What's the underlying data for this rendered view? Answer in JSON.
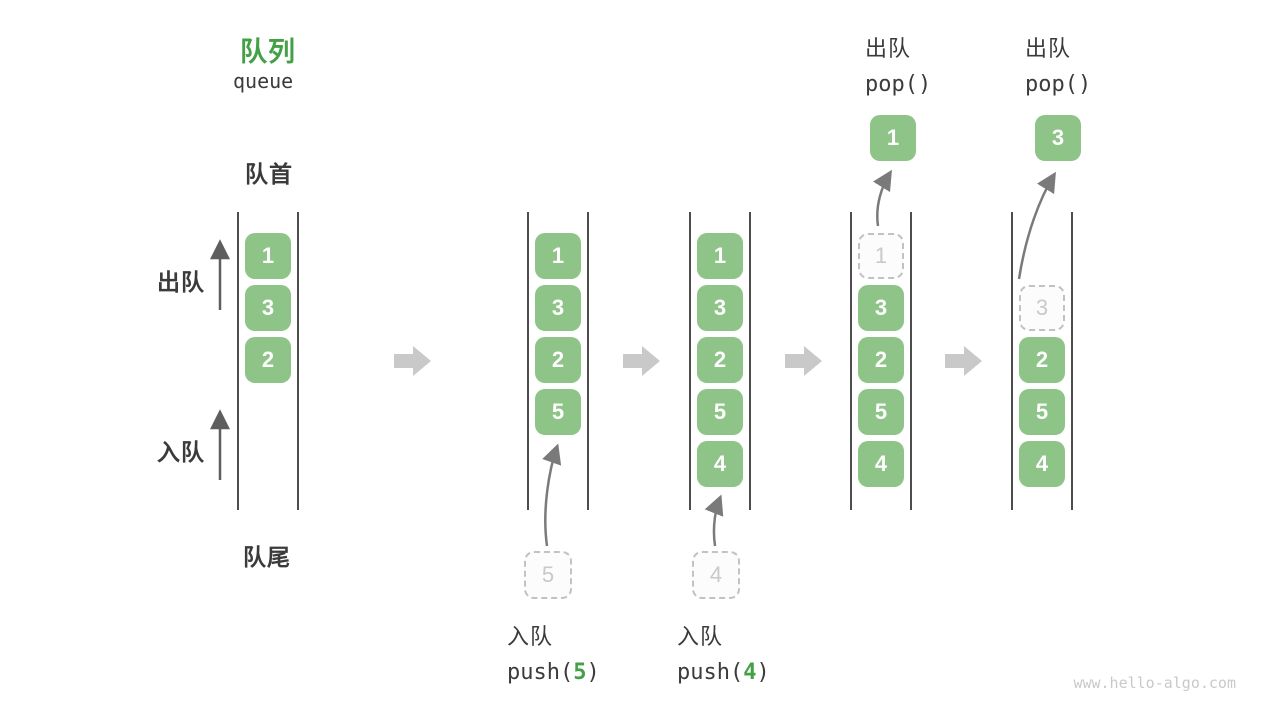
{
  "title": {
    "zh": "队列",
    "en": "queue"
  },
  "labels": {
    "front": "队首",
    "rear": "队尾",
    "dequeue": "出队",
    "enqueue": "入队"
  },
  "operations": {
    "push5": {
      "name": "入队",
      "fn": "push(",
      "arg": "5",
      "close": ")"
    },
    "push4": {
      "name": "入队",
      "fn": "push(",
      "arg": "4",
      "close": ")"
    },
    "pop1": {
      "name": "出队",
      "code": "pop()"
    },
    "pop2": {
      "name": "出队",
      "code": "pop()"
    }
  },
  "columns": [
    {
      "boxes": [
        {
          "type": "solid",
          "value": "1"
        },
        {
          "type": "solid",
          "value": "3"
        },
        {
          "type": "solid",
          "value": "2"
        }
      ]
    },
    {
      "boxes": [
        {
          "type": "solid",
          "value": "1"
        },
        {
          "type": "solid",
          "value": "3"
        },
        {
          "type": "solid",
          "value": "2"
        },
        {
          "type": "solid",
          "value": "5"
        }
      ],
      "incoming": "5"
    },
    {
      "boxes": [
        {
          "type": "solid",
          "value": "1"
        },
        {
          "type": "solid",
          "value": "3"
        },
        {
          "type": "solid",
          "value": "2"
        },
        {
          "type": "solid",
          "value": "5"
        },
        {
          "type": "solid",
          "value": "4"
        }
      ],
      "incoming": "4"
    },
    {
      "boxes": [
        {
          "type": "dashed",
          "value": "1"
        },
        {
          "type": "solid",
          "value": "3"
        },
        {
          "type": "solid",
          "value": "2"
        },
        {
          "type": "solid",
          "value": "5"
        },
        {
          "type": "solid",
          "value": "4"
        }
      ],
      "popped": "1"
    },
    {
      "boxes": [
        {
          "type": "dashed",
          "value": "3"
        },
        {
          "type": "solid",
          "value": "2"
        },
        {
          "type": "solid",
          "value": "5"
        },
        {
          "type": "solid",
          "value": "4"
        }
      ],
      "popped": "3"
    }
  ],
  "watermark": "www.hello-algo.com",
  "colors": {
    "accent_green": "#43A047",
    "box_green": "#8EC487",
    "box_text": "#FFFFFF",
    "dashed_border": "#C2C2C2",
    "dashed_text": "#C9C9C9",
    "rail": "#4D4D4D",
    "step_arrow": "#C9C9C9",
    "thin_arrow": "#7A7A7A",
    "direction_arrow": "#5E5E5E",
    "text_dark": "#3B3B3B",
    "watermark": "#C9C9C9"
  }
}
